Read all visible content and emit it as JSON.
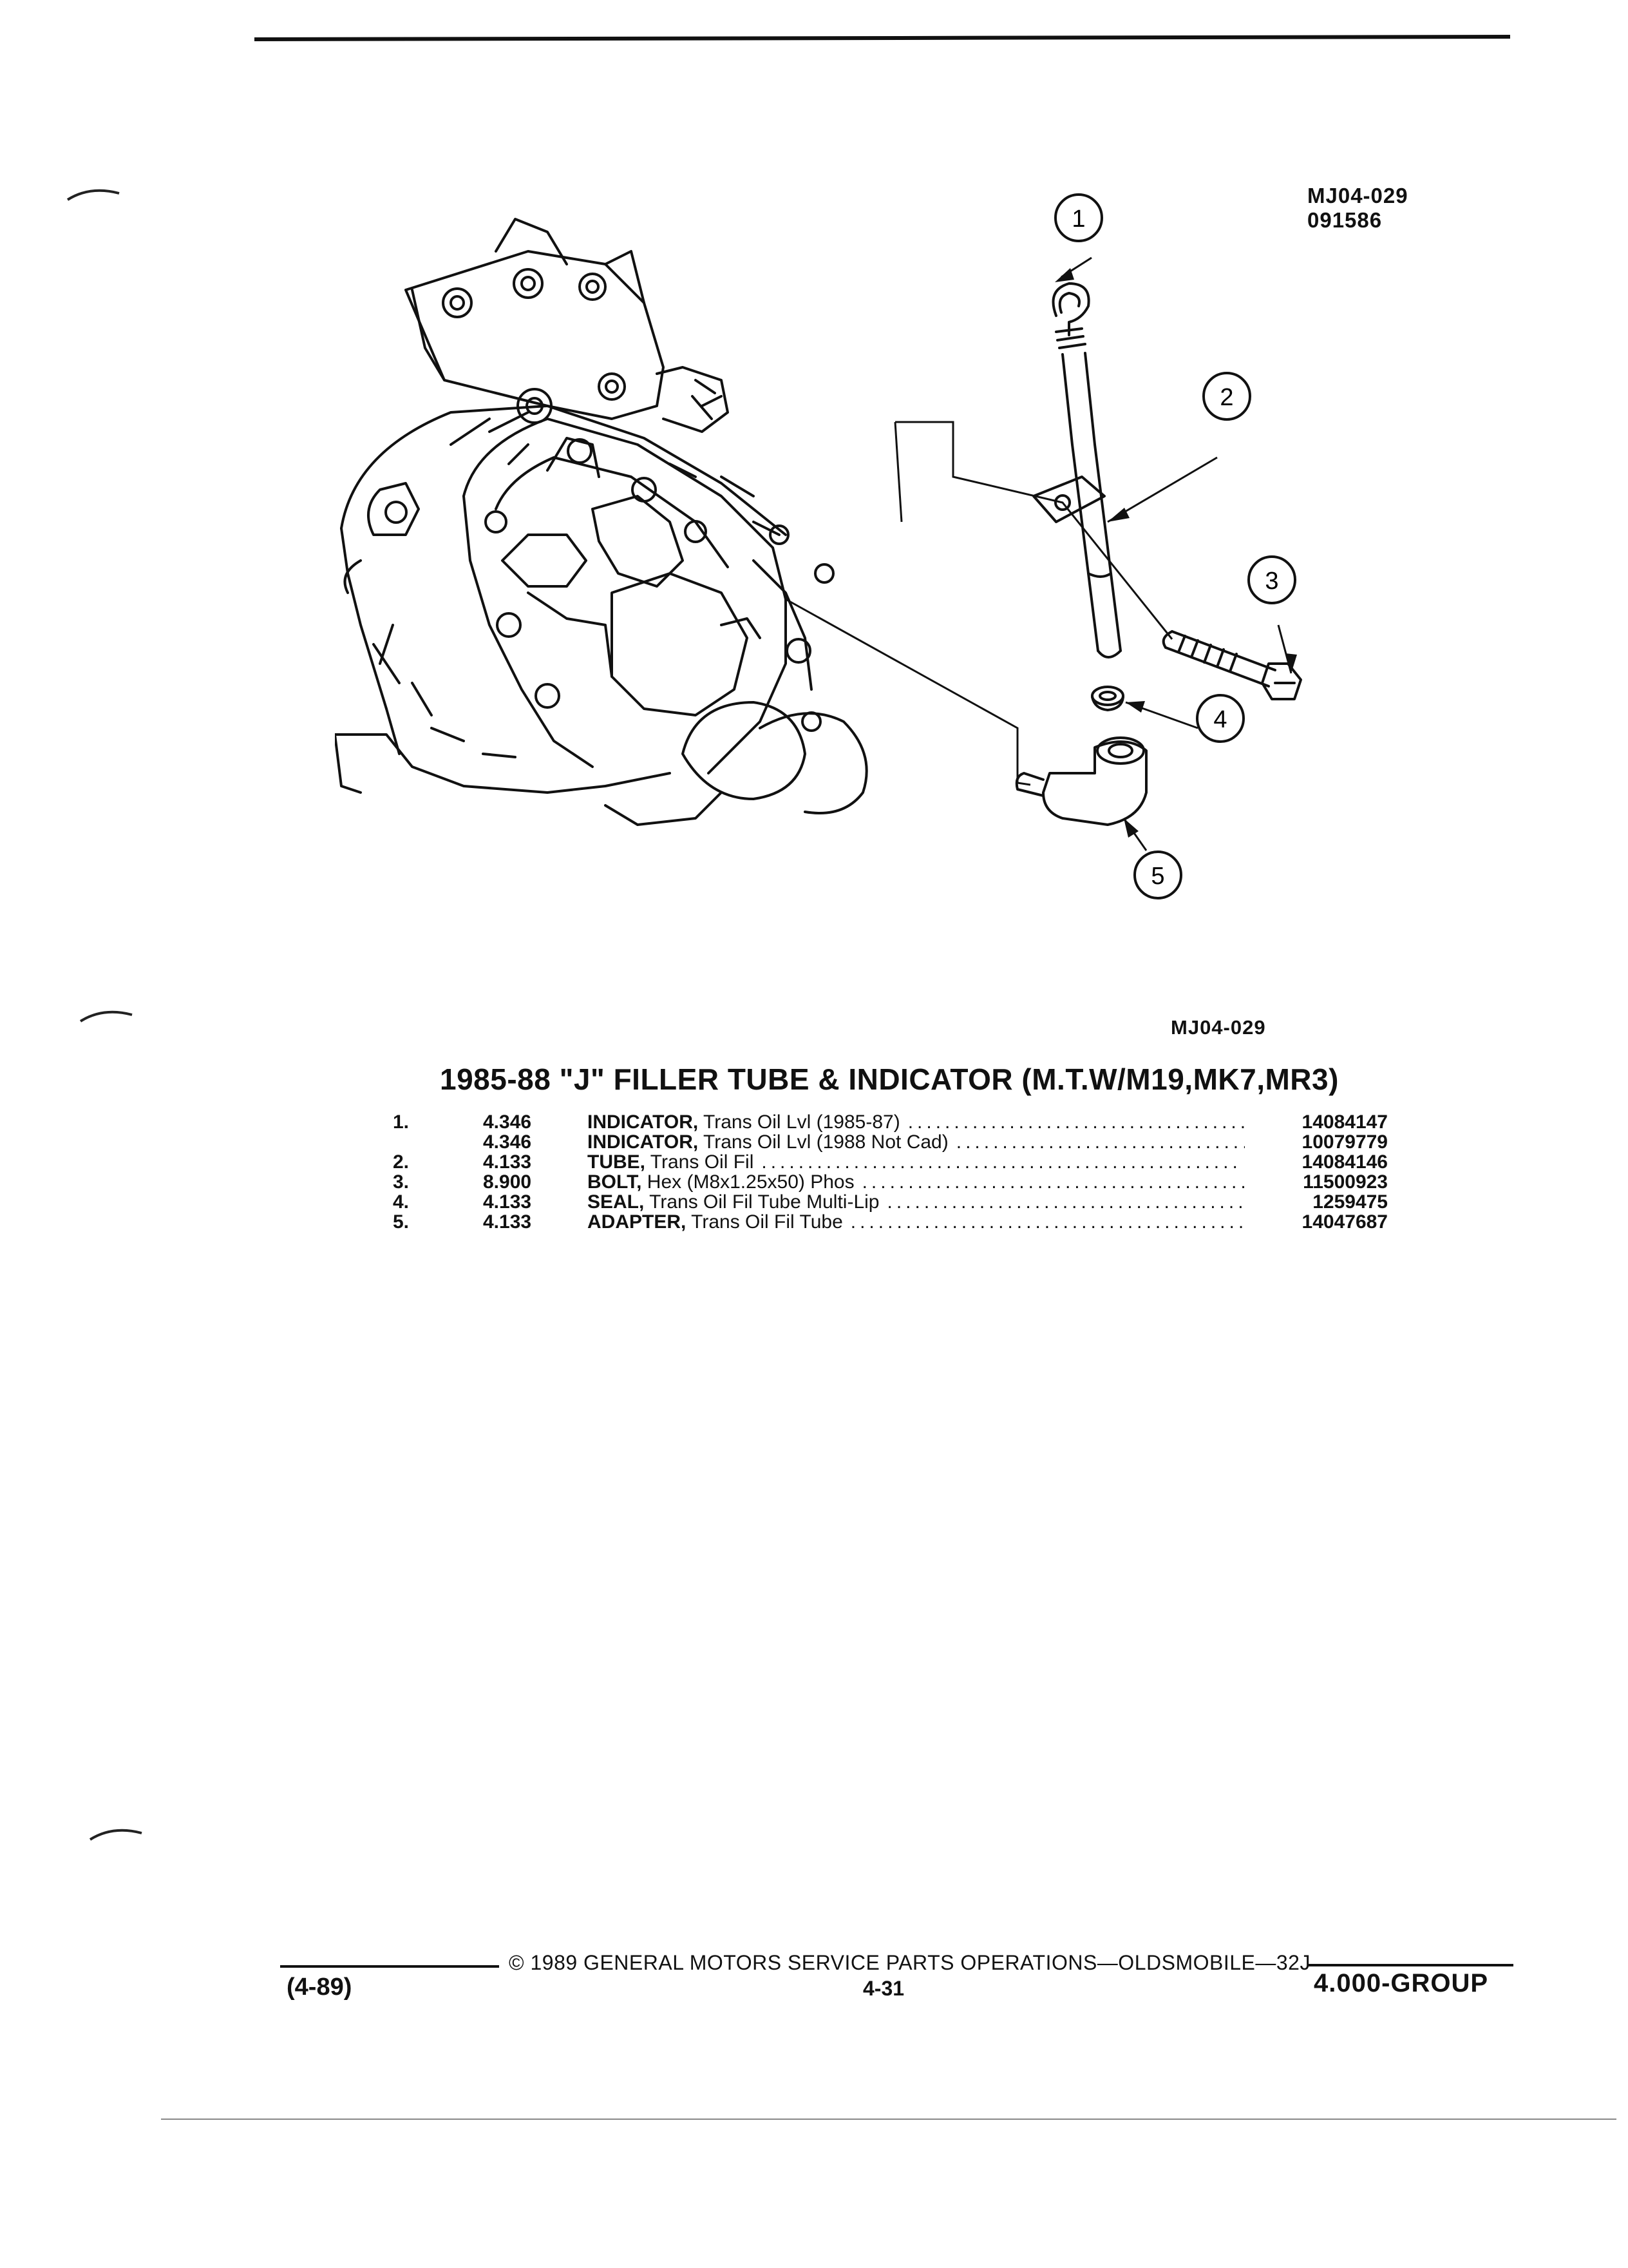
{
  "header": {
    "figure_code": "MJ04-029",
    "figure_date": "091586"
  },
  "diagram": {
    "callouts": [
      "1",
      "2",
      "3",
      "4",
      "5"
    ],
    "caption_code": "MJ04-029"
  },
  "title": "1985-88 \"J\" FILLER TUBE & INDICATOR (M.T.W/M19,MK7,MR3)",
  "parts": [
    {
      "item": "1.",
      "group": "4.346",
      "name": "INDICATOR,",
      "desc": " Trans Oil Lvl (1985-87)",
      "part_no": "14084147"
    },
    {
      "item": "",
      "group": "4.346",
      "name": "INDICATOR,",
      "desc": " Trans Oil Lvl (1988 Not Cad)",
      "part_no": "10079779"
    },
    {
      "item": "2.",
      "group": "4.133",
      "name": "TUBE,",
      "desc": " Trans Oil Fil",
      "part_no": "14084146"
    },
    {
      "item": "3.",
      "group": "8.900",
      "name": "BOLT,",
      "desc": " Hex (M8x1.25x50) Phos",
      "part_no": "11500923"
    },
    {
      "item": "4.",
      "group": "4.133",
      "name": "SEAL,",
      "desc": " Trans Oil Fil Tube Multi-Lip",
      "part_no": "1259475"
    },
    {
      "item": "5.",
      "group": "4.133",
      "name": "ADAPTER,",
      "desc": " Trans Oil Fil Tube",
      "part_no": "14047687"
    }
  ],
  "footer": {
    "copyright": "© 1989 GENERAL MOTORS SERVICE PARTS OPERATIONS—OLDSMOBILE—32J",
    "revision": "(4-89)",
    "page": "4-31",
    "group": "4.000-GROUP"
  }
}
